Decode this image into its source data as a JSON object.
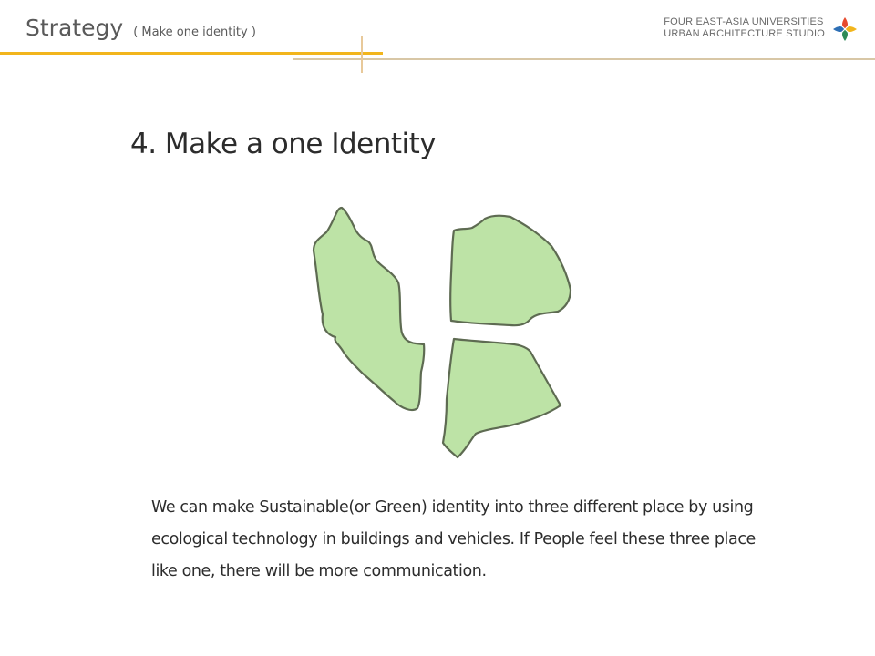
{
  "header": {
    "title": "Strategy",
    "subtitle": "( Make one identity )",
    "org_line1": "FOUR EAST-ASIA  UNIVERSITIES",
    "org_line2": "URBAN ARCHITECTURE STUDIO"
  },
  "content": {
    "heading": "4. Make a one Identity",
    "paragraph_lines": [
      "We can make Sustainable(or Green) identity into  three different place  by using",
      "ecological technology in buildings and vehicles. If People feel these three place",
      "like one, there will be more communication."
    ]
  },
  "colors": {
    "accent_yellow": "#f2b51c",
    "rule_tan": "#d8c7a6",
    "region_fill": "#bde3a6",
    "region_stroke": "#5e6b52"
  },
  "icons": {
    "logo": "four-universities-logo-icon"
  }
}
